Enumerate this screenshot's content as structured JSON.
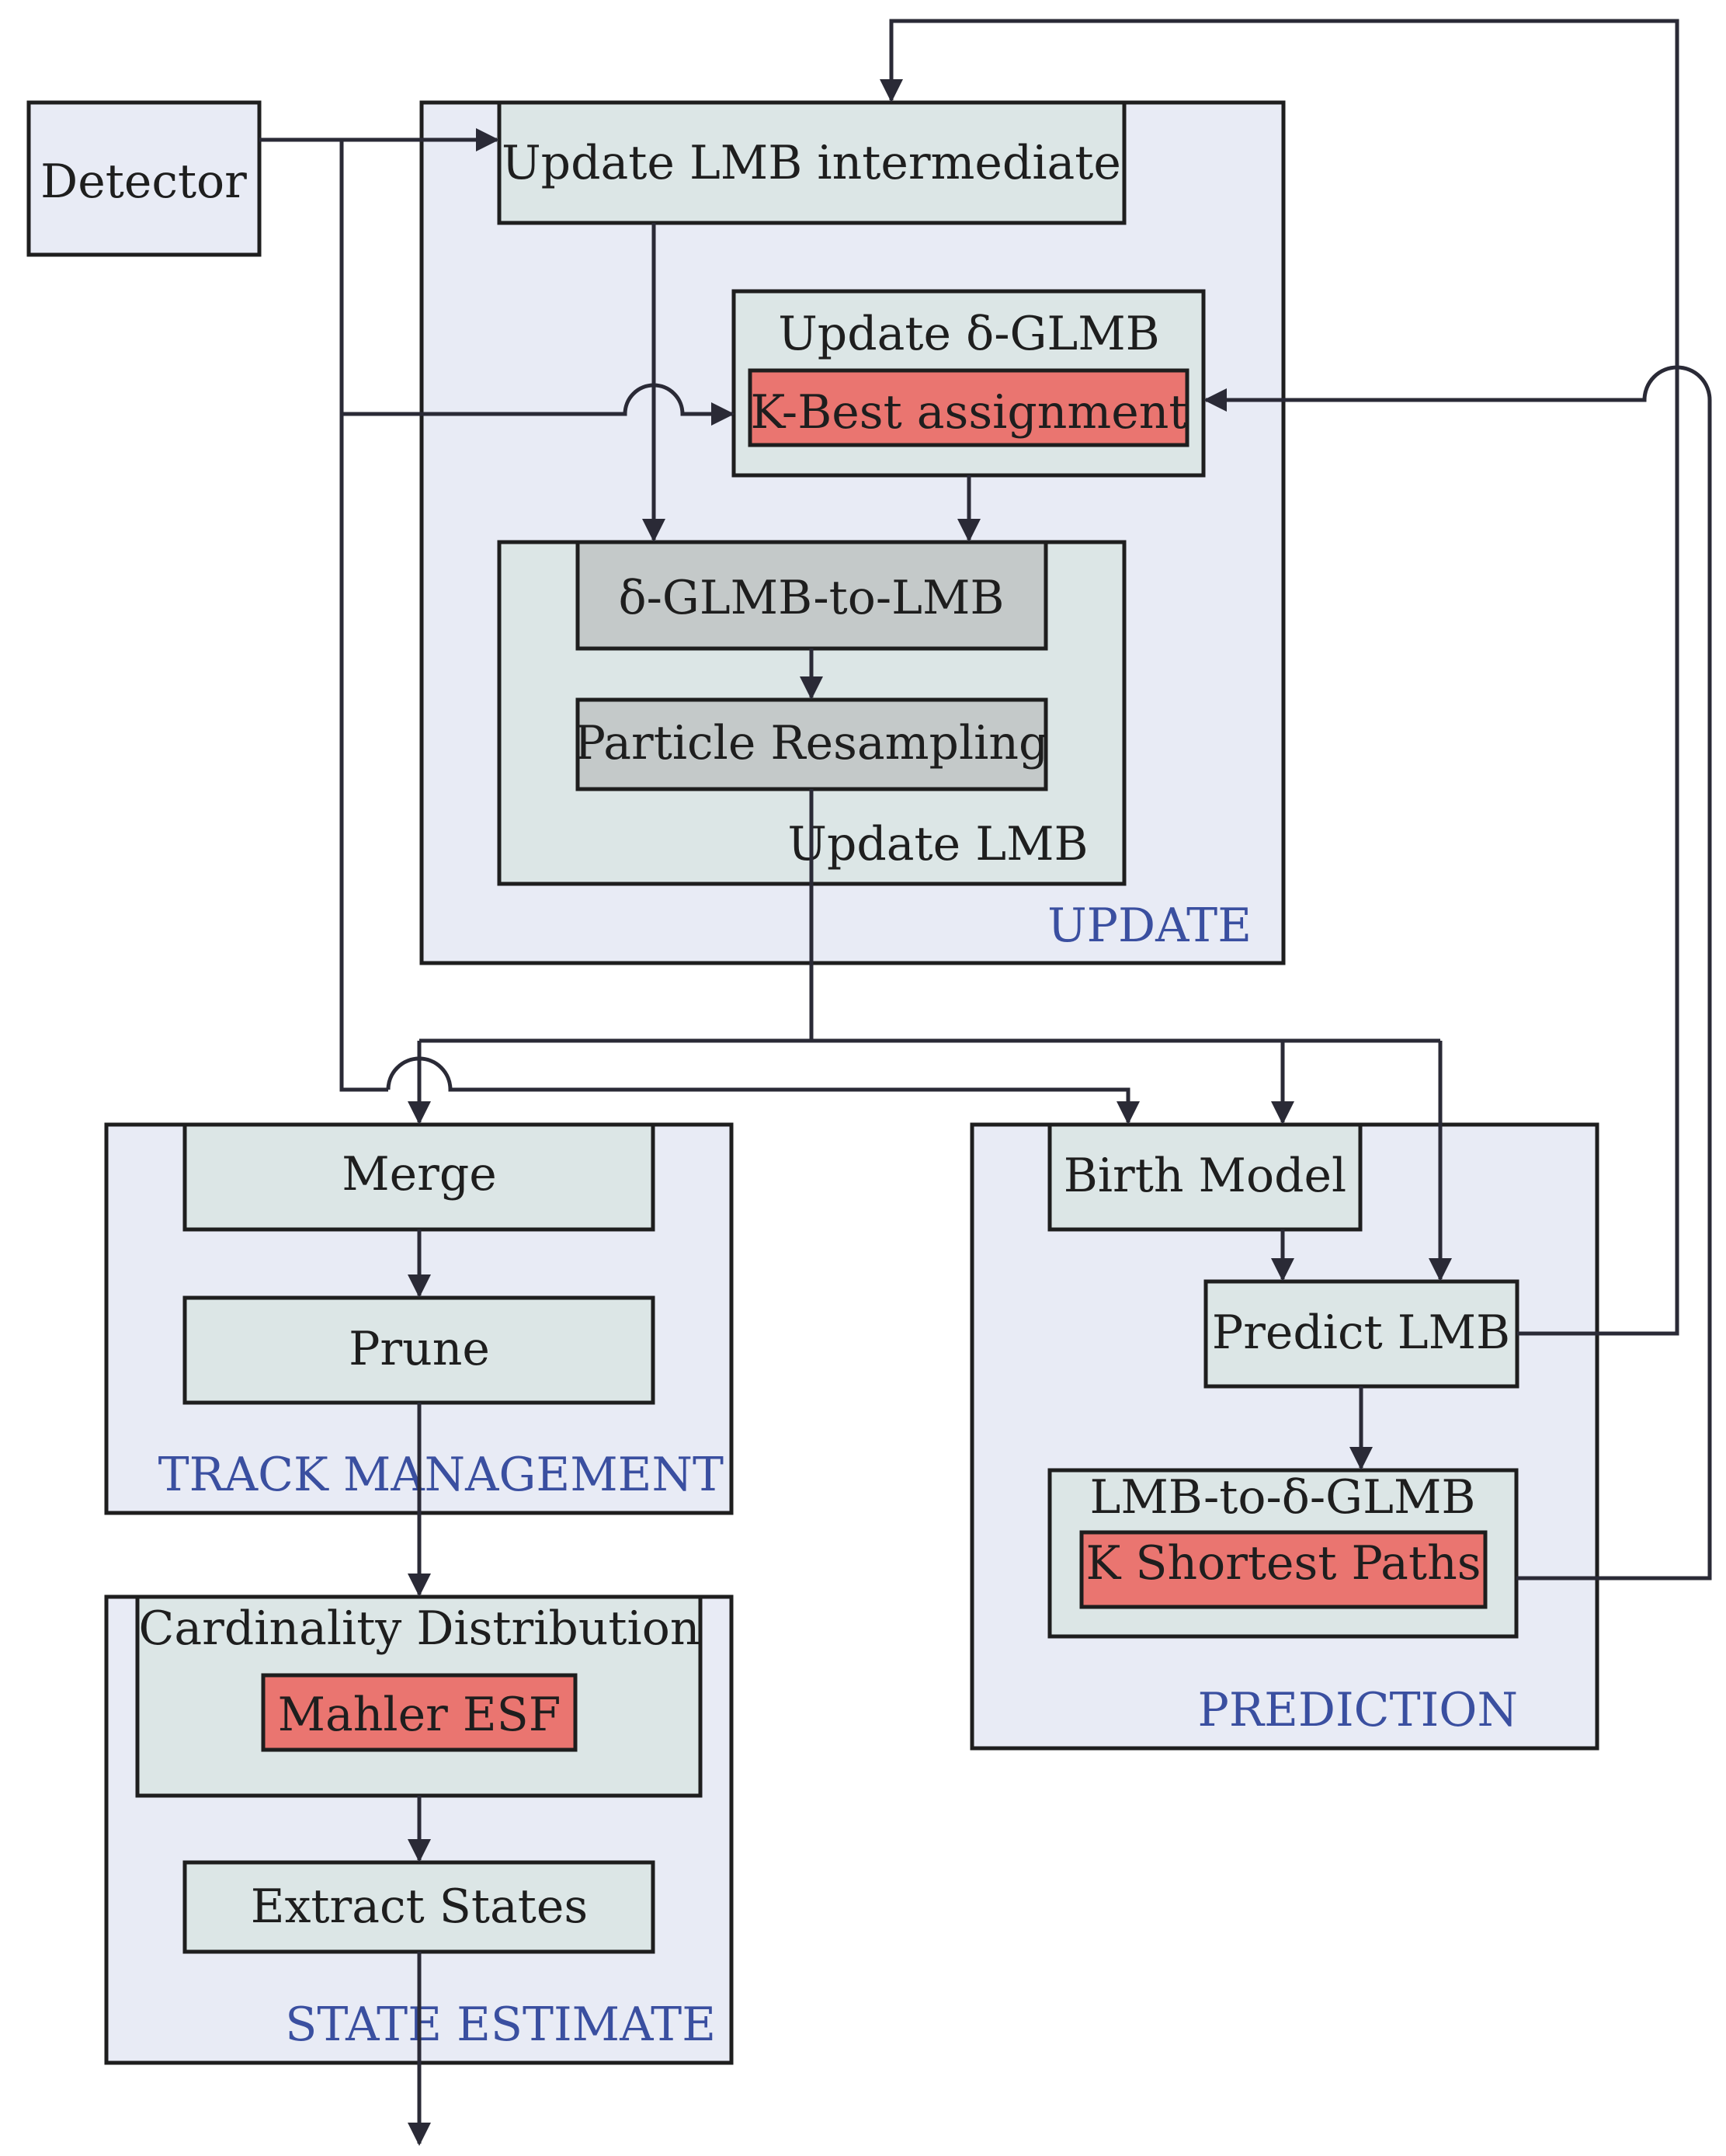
{
  "detector": {
    "label": "Detector"
  },
  "update": {
    "section_label": "UPDATE",
    "intermediate_label": "Update LMB intermediate",
    "glmb_label": "Update δ-GLMB",
    "kbest_label": "K-Best assignment",
    "update_lmb_label": "Update LMB",
    "glmb_to_lmb_label": "δ-GLMB-to-LMB",
    "resampling_label": "Particle Resampling"
  },
  "track_management": {
    "section_label": "TRACK MANAGEMENT",
    "merge_label": "Merge",
    "prune_label": "Prune"
  },
  "state_estimate": {
    "section_label": "STATE ESTIMATE",
    "cardinality_label": "Cardinality Distribution",
    "mahler_label": "Mahler ESF",
    "extract_label": "Extract States"
  },
  "prediction": {
    "section_label": "PREDICTION",
    "birth_label": "Birth Model",
    "predict_label": "Predict LMB",
    "lmb_to_glmb_label": "LMB-to-δ-GLMB",
    "kshortest_label": "K Shortest Paths"
  },
  "colors": {
    "section_fill": "#e8ebf5",
    "block_fill": "#dce6e6",
    "grey_block_fill": "#c4c9c9",
    "solver_fill": "#ea7570",
    "section_text": "#3a4fa0"
  }
}
